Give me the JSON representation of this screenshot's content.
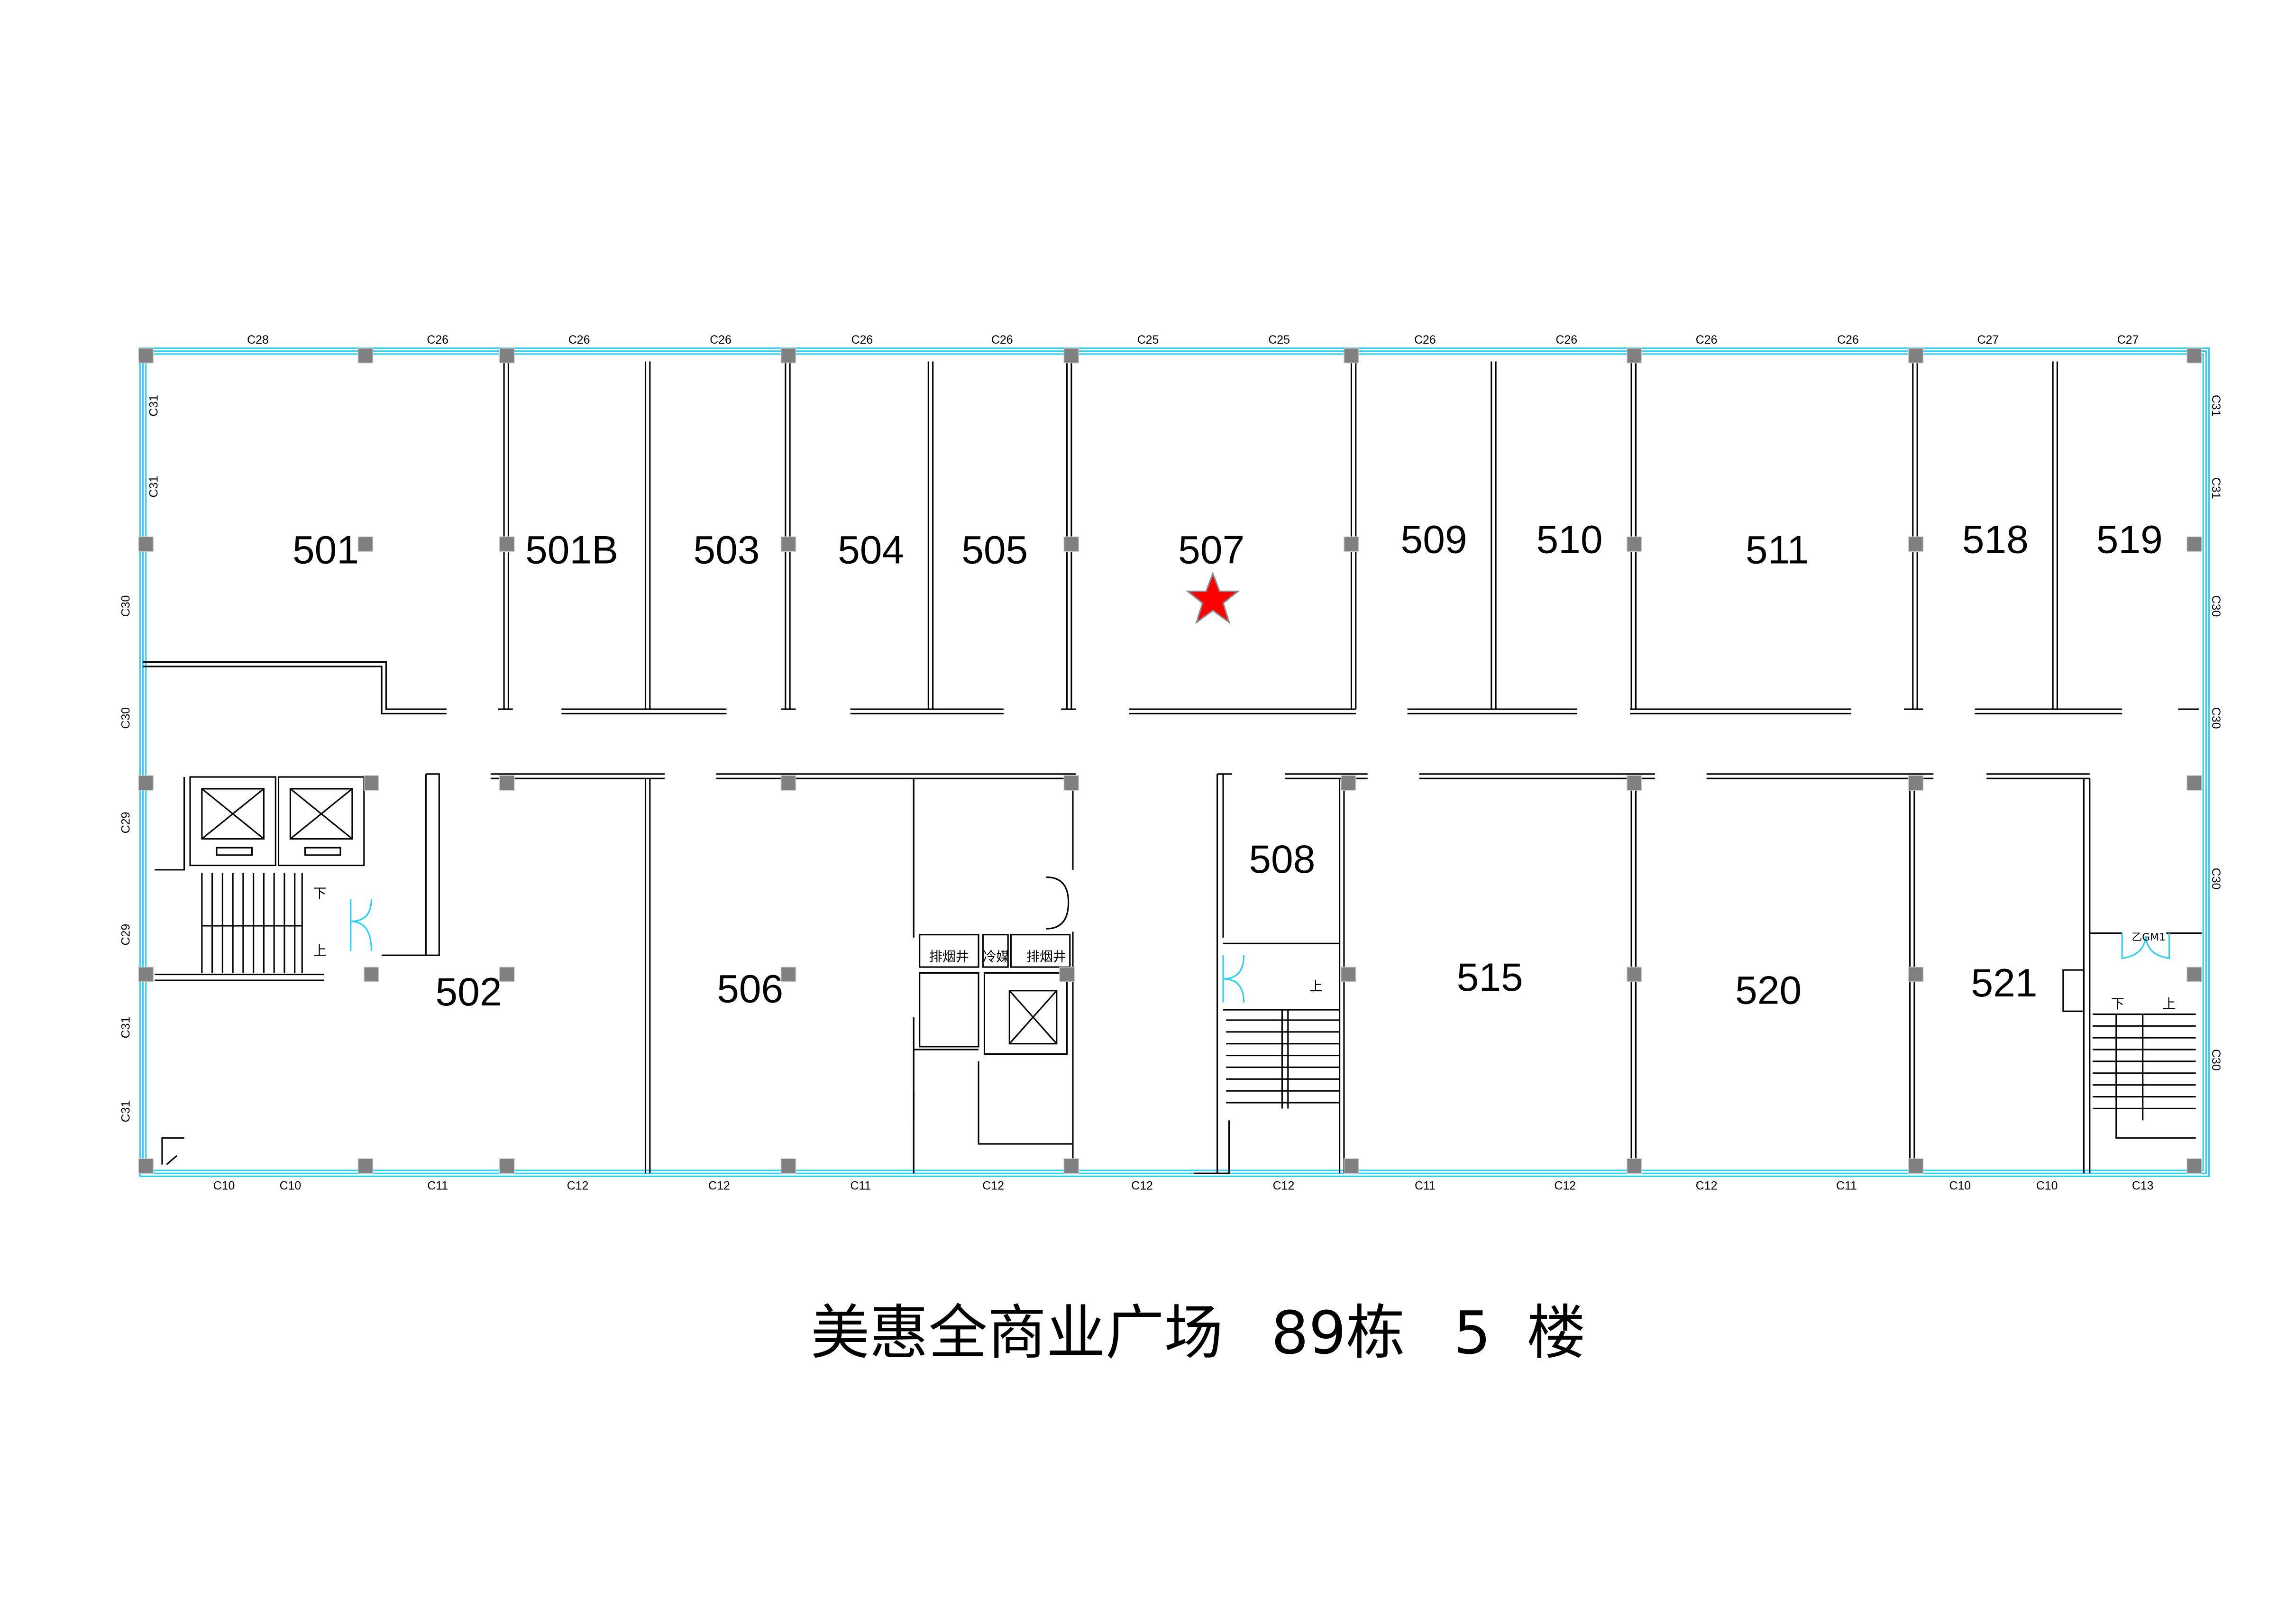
{
  "title": {
    "name": "美惠全商业广场",
    "building": "89栋",
    "floor": "5",
    "floor_suffix": "楼"
  },
  "rooms": [
    "501",
    "501B",
    "503",
    "504",
    "505",
    "507",
    "509",
    "510",
    "511",
    "518",
    "519",
    "502",
    "506",
    "508",
    "515",
    "520",
    "521"
  ],
  "marker": {
    "room": "507",
    "icon": "red-star-icon",
    "color": "#ff0000"
  },
  "windows_top": [
    "C28",
    "C26",
    "C26",
    "C26",
    "C26",
    "C26",
    "C25",
    "C25",
    "C26",
    "C26",
    "C26",
    "C26",
    "C27",
    "C27"
  ],
  "windows_bottom": [
    "C10",
    "C10",
    "C11",
    "C12",
    "C12",
    "C11",
    "C12",
    "C12",
    "C12",
    "C11",
    "C12",
    "C12",
    "C11",
    "C10",
    "C10",
    "C13"
  ],
  "windows_left": [
    "C31",
    "C31",
    "C30",
    "C30",
    "C29",
    "C29",
    "C31",
    "C31"
  ],
  "windows_right": [
    "C31",
    "C31",
    "C30",
    "C30",
    "C30",
    "C30"
  ],
  "shafts": [
    "排烟井",
    "冷媒",
    "排烟井"
  ],
  "door_label": "乙GM1",
  "stair_labels": {
    "up": "上",
    "down": "下"
  },
  "colors": {
    "window": "#2ad0f5",
    "column": "#808080",
    "wall": "#000000"
  }
}
